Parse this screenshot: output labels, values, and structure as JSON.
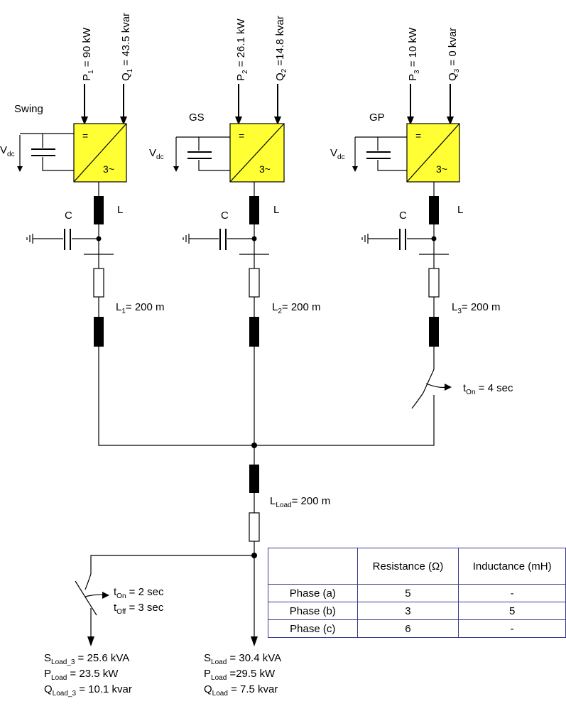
{
  "sources": [
    {
      "name": "Swing",
      "p_prefix": "P",
      "p_sub": "1",
      "p_value": " = 90 kW",
      "q_prefix": "Q",
      "q_sub": "1",
      "q_value": " = 43.5 kvar",
      "vdc_main": "V",
      "vdc_sub": "dc",
      "inv_top": "=",
      "inv_bottom": "3~",
      "filter_l": "L",
      "filter_c": "C",
      "line_main": "L",
      "line_sub": "1",
      "line_value": "= 200 m"
    },
    {
      "name": "GS",
      "p_prefix": "P",
      "p_sub": "2",
      "p_value": " = 26.1 kW",
      "q_prefix": "Q",
      "q_sub": "2",
      "q_value": " =14.8 kvar",
      "vdc_main": "V",
      "vdc_sub": "dc",
      "inv_top": "=",
      "inv_bottom": "3~",
      "filter_l": "L",
      "filter_c": "C",
      "line_main": "L",
      "line_sub": "2",
      "line_value": "= 200 m"
    },
    {
      "name": "GP",
      "p_prefix": "P",
      "p_sub": "3",
      "p_value": " = 10 kW",
      "q_prefix": "Q",
      "q_sub": "3",
      "q_value": " = 0 kvar",
      "vdc_main": "V",
      "vdc_sub": "dc",
      "inv_top": "=",
      "inv_bottom": "3~",
      "filter_l": "L",
      "filter_c": "C",
      "line_main": "L",
      "line_sub": "3",
      "line_value": "= 200 m"
    }
  ],
  "switch_gp": {
    "t_main": "t",
    "t_sub": "On",
    "value": " = 4 sec"
  },
  "load_line": {
    "main": "L",
    "sub": "Load",
    "value": "= 200 m"
  },
  "switch_load3": {
    "on_main": "t",
    "on_sub": "On",
    "on_value": " = 2 sec",
    "off_main": "t",
    "off_sub": "Off",
    "off_value": " = 3 sec"
  },
  "load3": {
    "s_main": "S",
    "s_sub": "Load_3",
    "s_value": " = 25.6 kVA",
    "p_main": "P",
    "p_sub": "Load",
    "p_value": " = 23.5 kW",
    "q_main": "Q",
    "q_sub": "Load_3",
    "q_value": " = 10.1 kvar"
  },
  "load_main": {
    "s_main": "S",
    "s_sub": "Load",
    "s_value": " = 30.4 kVA",
    "p_main": "P",
    "p_sub": "Load",
    "p_value": " =29.5 kW",
    "q_main": "Q",
    "q_sub": "Load",
    "q_value": " = 7.5 kvar"
  },
  "table": {
    "headers": [
      "",
      "Resistance (Ω)",
      "Inductance (mH)"
    ],
    "rows": [
      [
        "Phase (a)",
        "5",
        "-"
      ],
      [
        "Phase (b)",
        "3",
        "5"
      ],
      [
        "Phase (c)",
        "6",
        "-"
      ]
    ]
  },
  "colors": {
    "inverter_fill": "#ffff33",
    "wire": "#000000",
    "table_border": "#3a3a8c"
  }
}
